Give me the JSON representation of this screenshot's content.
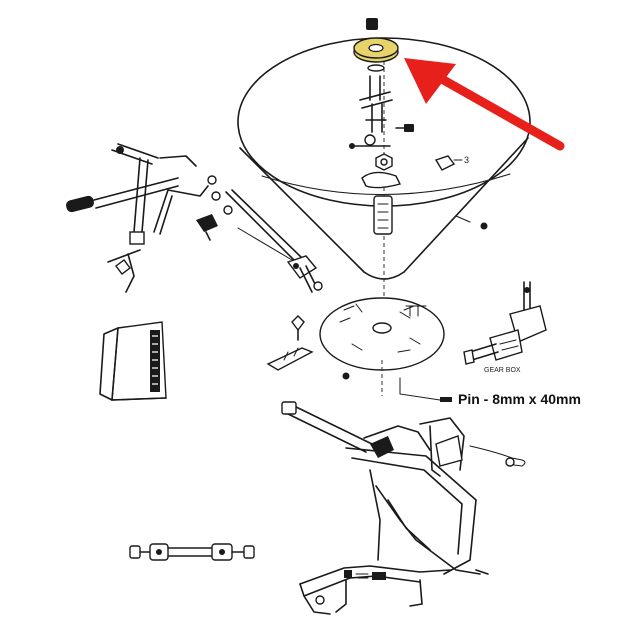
{
  "labels": {
    "gear_box": "GEAR BOX",
    "pin": "Pin - 8mm x 40mm",
    "callout_number": "3"
  },
  "colors": {
    "arrow": "#e8201b",
    "highlighted_part": "#e6d36a",
    "line_art": "#1a1a1a",
    "background": "#ffffff"
  }
}
